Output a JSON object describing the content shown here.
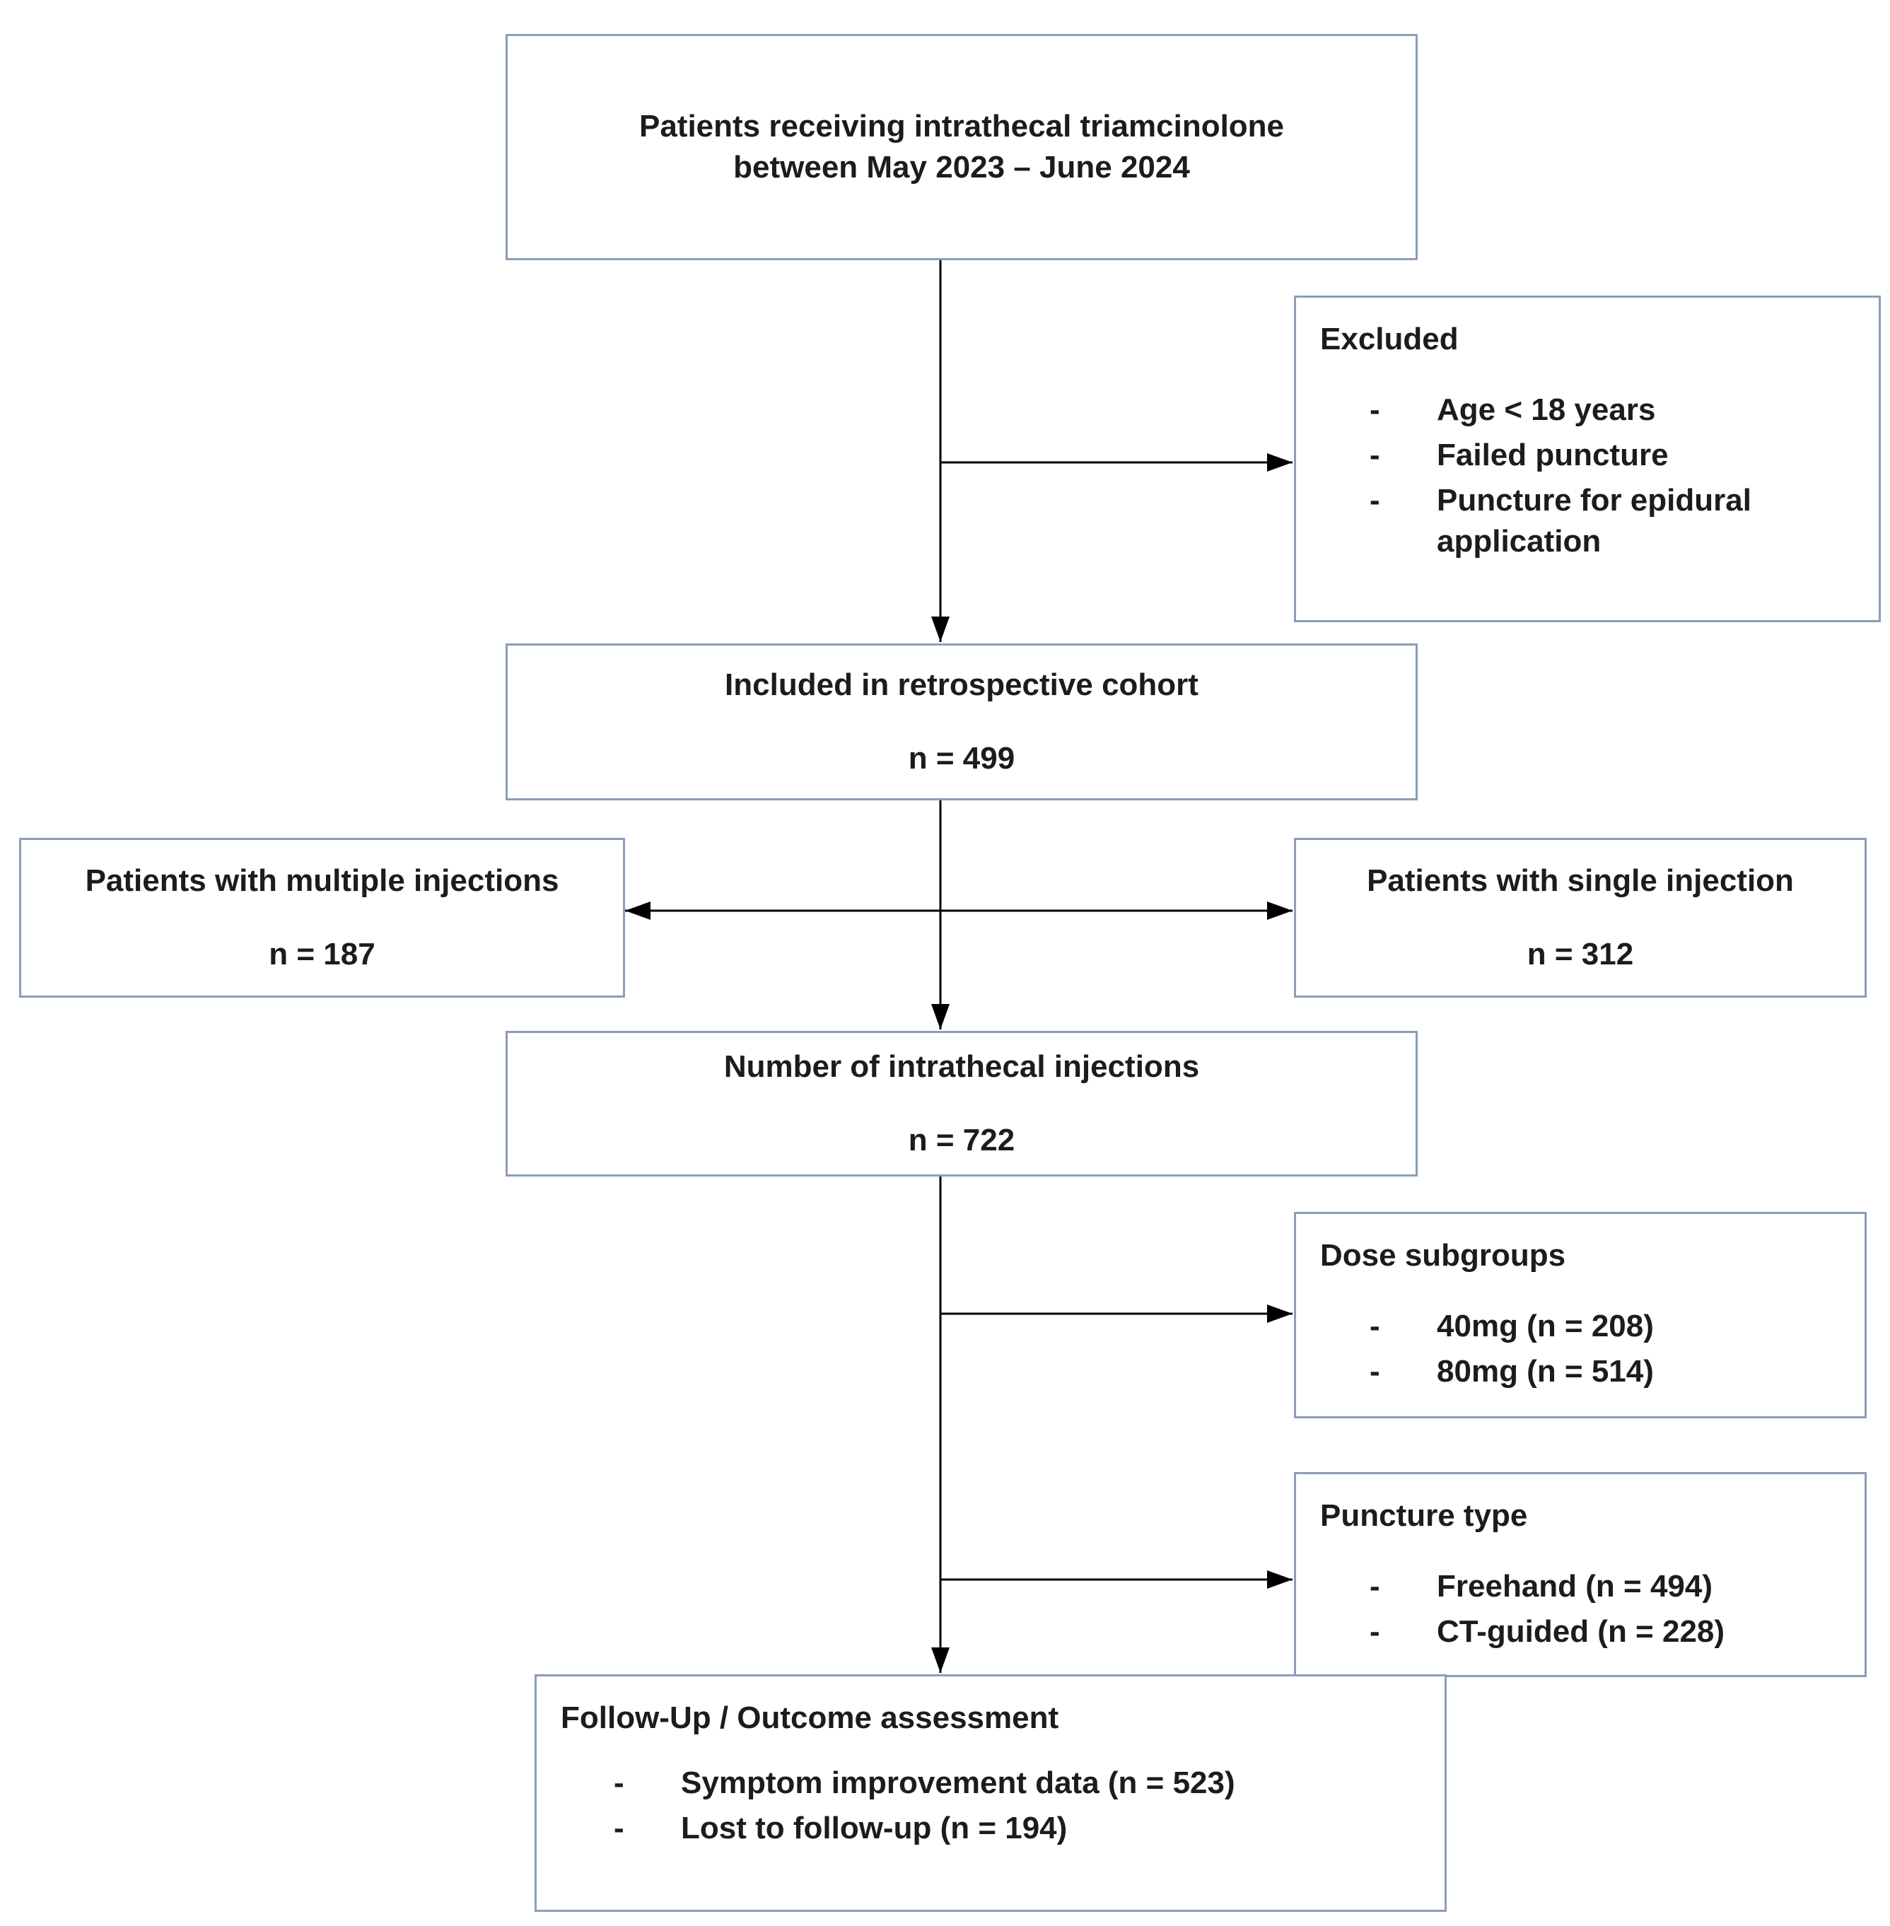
{
  "colors": {
    "box_border": "#8c9cba",
    "box_background": "#ffffff",
    "arrow": "#000000",
    "text": "#1c1c1c"
  },
  "boxes": {
    "top": {
      "line1": "Patients receiving intrathecal triamcinolone",
      "line2": "between May 2023 – June 2024"
    },
    "excluded": {
      "title": "Excluded",
      "items": [
        "Age < 18 years",
        "Failed puncture",
        "Puncture for epidural application"
      ]
    },
    "included": {
      "line1": "Included in retrospective cohort",
      "n": "n = 499"
    },
    "multiple": {
      "line1": "Patients with multiple injections",
      "n": "n = 187"
    },
    "single": {
      "line1": "Patients with single injection",
      "n": "n = 312"
    },
    "injections": {
      "line1": "Number of intrathecal injections",
      "n": "n = 722"
    },
    "dose": {
      "title": "Dose subgroups",
      "items": [
        "40mg (n = 208)",
        "80mg (n = 514)"
      ]
    },
    "puncture": {
      "title": "Puncture type",
      "items": [
        "Freehand (n = 494)",
        "CT-guided (n = 228)"
      ]
    },
    "followup": {
      "title": "Follow-Up / Outcome assessment",
      "items": [
        "Symptom improvement data (n = 523)",
        "Lost to follow-up (n = 194)"
      ]
    }
  }
}
